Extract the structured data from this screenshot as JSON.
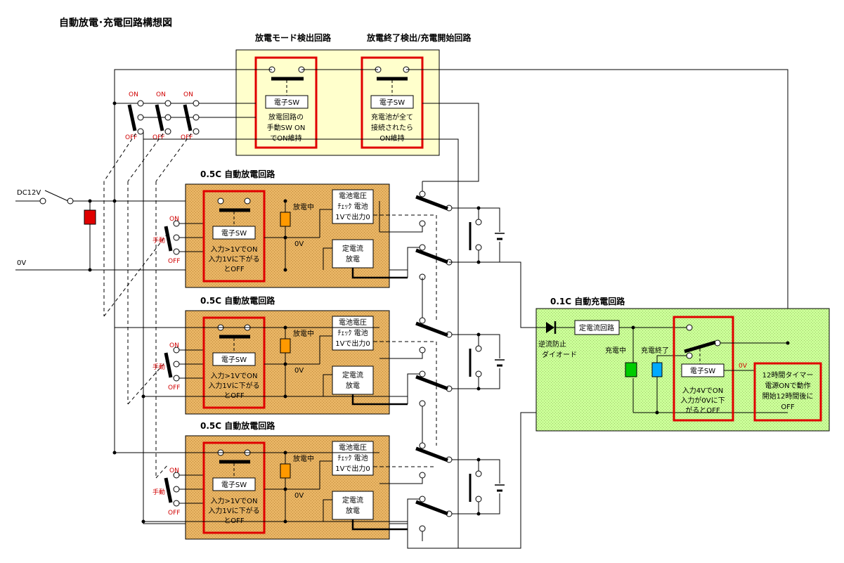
{
  "title": "自動放電･充電回路構想図",
  "top": {
    "header_mode": "放電モード検出回路",
    "header_end": "放電終了検出/充電開始回路",
    "esw": "電子SW",
    "mode_desc": [
      "放電回路の",
      "手動SW ON",
      "でON維持"
    ],
    "end_desc": [
      "充電池が全て",
      "接続されたら",
      "ON維持"
    ],
    "on": "ON",
    "off": "OFF"
  },
  "input": {
    "dc12v": "DC12V",
    "zero_v": "0V"
  },
  "discharge": {
    "header": "0.5C 自動放電回路",
    "on": "ON",
    "off": "OFF",
    "manual": "手動",
    "esw": "電子SW",
    "sw_desc": [
      "入力>1VでON",
      "入力1Vに下がる",
      "とOFF"
    ],
    "discharging": "放電中",
    "zero_v": "0V",
    "voltcheck": [
      "電池電圧",
      "ﾁｪｯｸ 電池",
      "1Vで出力0"
    ],
    "cc": [
      "定電流",
      "放電"
    ]
  },
  "charge": {
    "header": "0.1C 自動充電回路",
    "cc": "定電流回路",
    "diode": [
      "逆流防止",
      "ダイオード"
    ],
    "charging": "充電中",
    "charge_done": "充電終了",
    "esw": "電子SW",
    "sw_desc": [
      "入力4VでON",
      "入力が0Vに下",
      "がるとOFF"
    ],
    "zero_v": "0V",
    "timer": [
      "12時間タイマー",
      "電源ONで動作",
      "開始12時間後に",
      "OFF"
    ]
  },
  "colors": {
    "yellow_bg": "#ffffcc",
    "tan_bg": "#e8b464",
    "green_bg": "#ccff99",
    "red_border": "#e00000",
    "red_indicator": "#e00000",
    "orange_indicator": "#ff9900",
    "green_indicator": "#00cc00",
    "cyan_indicator": "#00aaff"
  }
}
